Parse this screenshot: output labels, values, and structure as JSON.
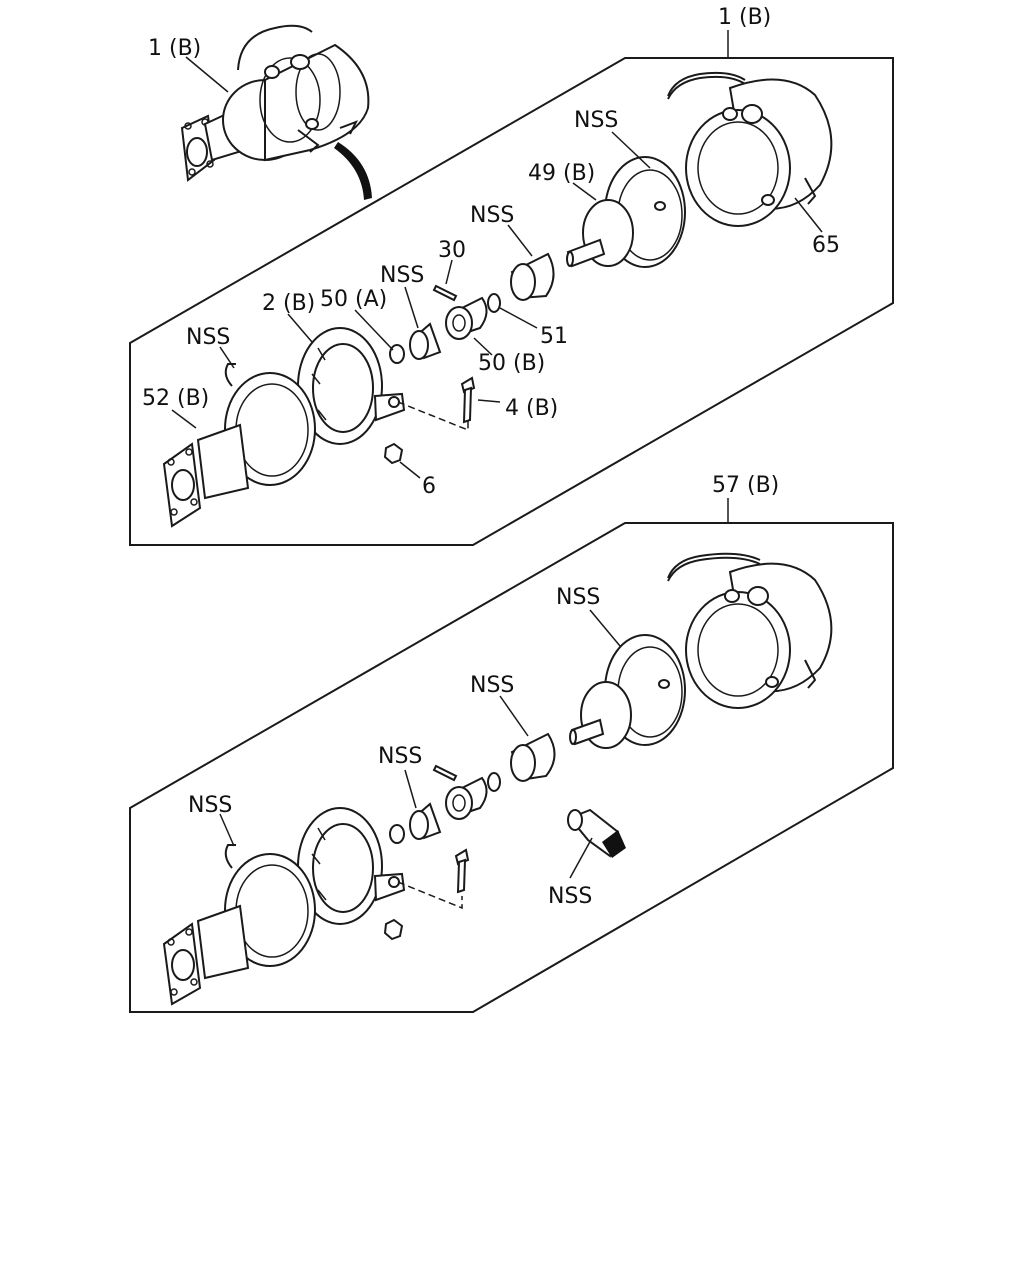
{
  "diagram": {
    "upper_panel": {
      "overview_label": "1 (B)",
      "assembly_label": "1 (B)",
      "labels": {
        "nss_diaphragm": "NSS",
        "p49b": "49 (B)",
        "nss_boot": "NSS",
        "p30": "30",
        "nss_bushing": "NSS",
        "p50a": "50 (A)",
        "p2b": "2 (B)",
        "nss_hose": "NSS",
        "p52b": "52 (B)",
        "p51": "51",
        "p50b": "50 (B)",
        "p4b": "4 (B)",
        "p6": "6",
        "p65": "65"
      }
    },
    "lower_panel": {
      "assembly_label": "57 (B)",
      "labels": {
        "nss_diaphragm": "NSS",
        "nss_boot": "NSS",
        "nss_bushing": "NSS",
        "nss_hose": "NSS",
        "nss_tool": "NSS"
      }
    }
  }
}
